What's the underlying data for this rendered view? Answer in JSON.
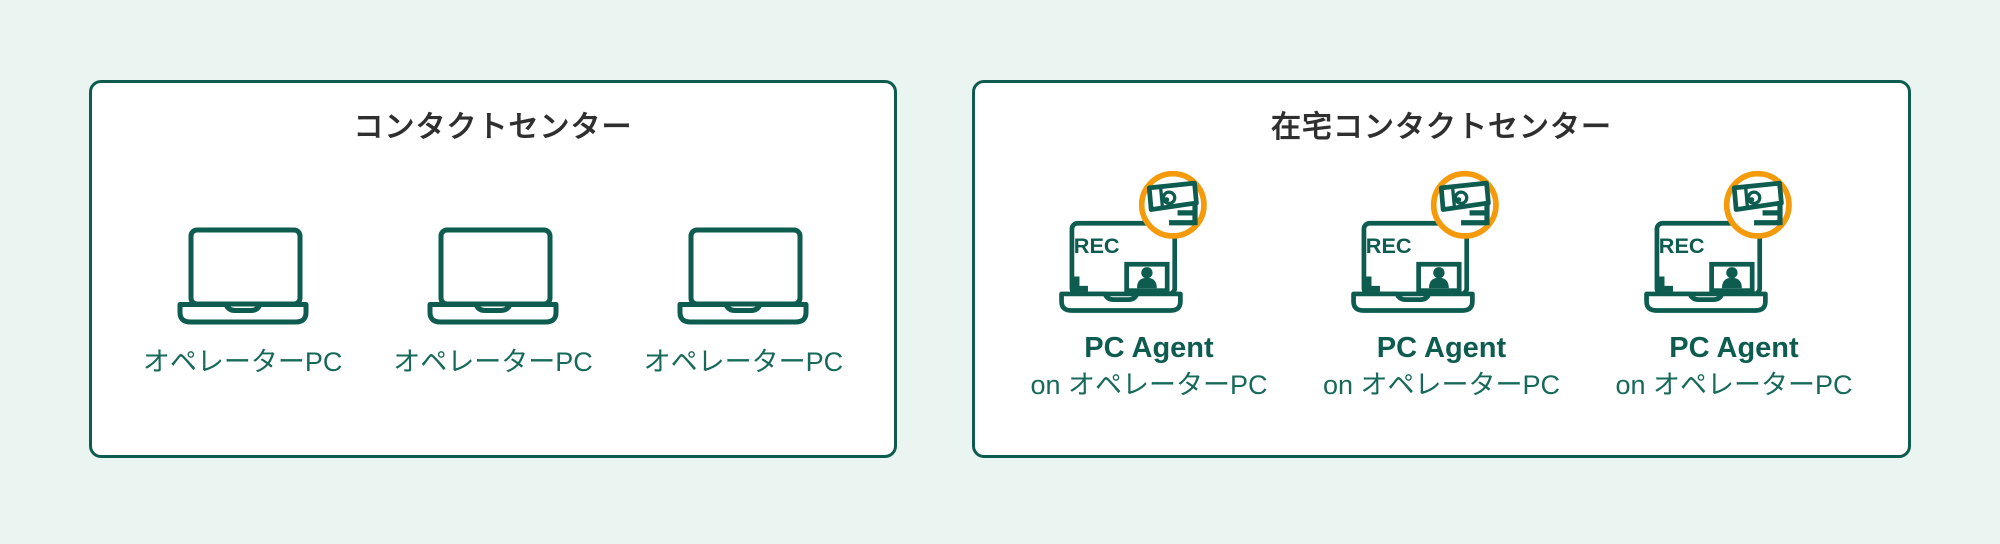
{
  "colors": {
    "background": "#EAF5F2",
    "teal_dark": "#0D5C4F",
    "teal_text": "#17695A",
    "orange": "#F49A0B",
    "title_text": "#2F2F2F"
  },
  "left_box": {
    "title": "コンタクトセンター",
    "items": [
      {
        "label": "オペレーターPC"
      },
      {
        "label": "オペレーターPC"
      },
      {
        "label": "オペレーターPC"
      }
    ]
  },
  "right_box": {
    "title": "在宅コンタクトセンター",
    "items": [
      {
        "rec_label": "REC",
        "line1": "PC Agent",
        "line2": "on オペレーターPC"
      },
      {
        "rec_label": "REC",
        "line1": "PC Agent",
        "line2": "on オペレーターPC"
      },
      {
        "rec_label": "REC",
        "line1": "PC Agent",
        "line2": "on オペレーターPC"
      }
    ]
  }
}
